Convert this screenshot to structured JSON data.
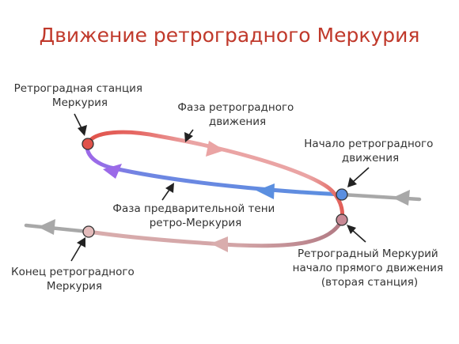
{
  "title": "Движение ретроградного Меркурия",
  "labels": {
    "station": [
      "Ретроградная станция",
      "Меркурия"
    ],
    "retro_phase": [
      "Фаза ретроградного",
      "движения"
    ],
    "start_retro": [
      "Начало ретроградного",
      "движения"
    ],
    "shadow": [
      "Фаза предварительной тени",
      "ретро-Меркурия"
    ],
    "end_retro": [
      "Конец ретроградного",
      "Меркурия"
    ],
    "second_station": [
      "Ретроградный Меркурий",
      "начало прямого движения",
      "(вторая станция)"
    ]
  },
  "colors": {
    "title": "#c0392b",
    "retro_red": "#e0524a",
    "retro_pink": "#eaa4a4",
    "direct_blue": "#5b8fe0",
    "purple": "#9b6ae8",
    "gray": "#a8a8a8",
    "dust_pink": "#d9adad",
    "dark_rose": "#b27a84",
    "point_red": "#e0524a",
    "point_blue": "#5b8fe0",
    "point_rose": "#c98a96",
    "point_light": "#e4bcbc"
  }
}
